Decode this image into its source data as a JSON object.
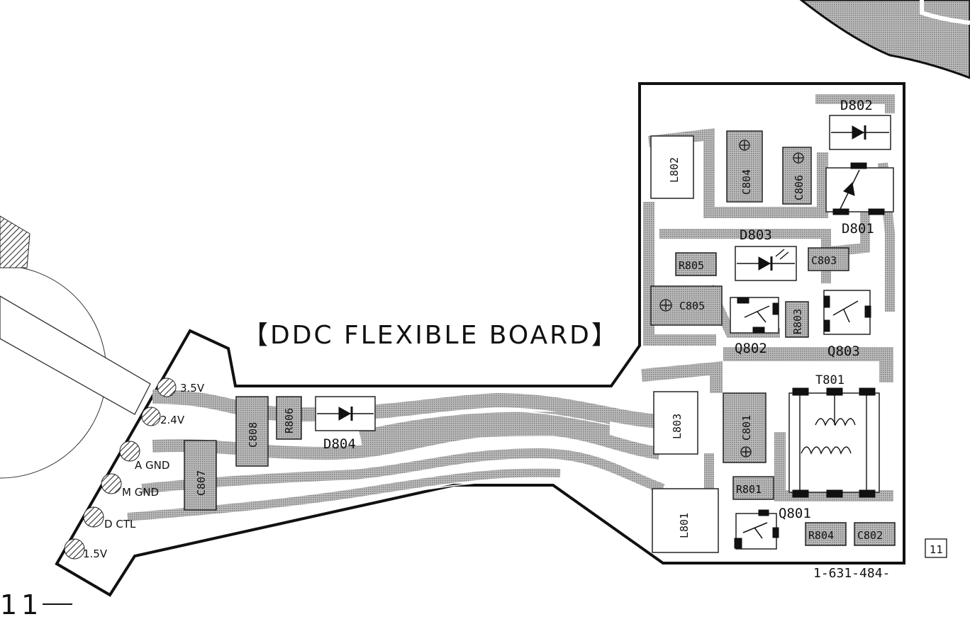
{
  "title": "【DDC FLEXIBLE BOARD】",
  "board_number": "1-631-484-",
  "page_ref": "11",
  "sheet_mark": "11",
  "pads": [
    "3.5V",
    "2.4V",
    "A GND",
    "M GND",
    "D CTL",
    "1.5V"
  ],
  "components": {
    "D802": "D802",
    "L802": "L802",
    "C804": "C804",
    "C806": "C806",
    "D801": "D801",
    "D803": "D803",
    "R805": "R805",
    "C803": "C803",
    "C805": "C805",
    "R803": "R803",
    "Q802": "Q802",
    "Q803": "Q803",
    "T801": "T801",
    "L803": "L803",
    "C801": "C801",
    "R801": "R801",
    "L801": "L801",
    "Q801": "Q801",
    "R804": "R804",
    "C802": "C802",
    "C808": "C808",
    "R806": "R806",
    "D804": "D804",
    "C807": "C807"
  }
}
